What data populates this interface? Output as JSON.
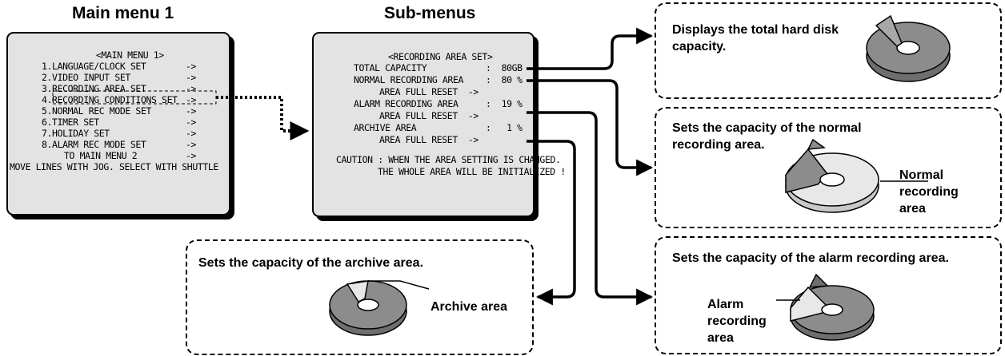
{
  "headings": {
    "main": "Main menu 1",
    "sub": "Sub-menus"
  },
  "main_menu": {
    "title": "<MAIN MENU 1>",
    "items": [
      {
        "label": "1.LANGUAGE/CLOCK SET",
        "arrow": "->"
      },
      {
        "label": "2.VIDEO INPUT SET",
        "arrow": "->"
      },
      {
        "label": "3.RECORDING AREA SET",
        "arrow": "->"
      },
      {
        "label": "4.RECORDING CONDITIONS SET",
        "arrow": "->"
      },
      {
        "label": "5.NORMAL REC MODE SET",
        "arrow": "->"
      },
      {
        "label": "6.TIMER SET",
        "arrow": "->"
      },
      {
        "label": "7.HOLIDAY SET",
        "arrow": "->"
      },
      {
        "label": "8.ALARM REC MODE SET",
        "arrow": "->"
      },
      {
        "label": "TO MAIN MENU 2",
        "arrow": "->"
      }
    ],
    "footer": "MOVE LINES WITH JOG. SELECT WITH SHUTTLE"
  },
  "sub_menu": {
    "title": "<RECORDING AREA SET>",
    "total": {
      "label": "TOTAL CAPACITY",
      "value": ":  80GB"
    },
    "normal": {
      "label": "NORMAL RECORDING AREA",
      "value": ":  80 %",
      "reset": "AREA FULL RESET  ->"
    },
    "alarm": {
      "label": "ALARM RECORDING AREA",
      "value": ":  19 %",
      "reset": "AREA FULL RESET  ->"
    },
    "archive": {
      "label": "ARCHIVE AREA",
      "value": ":   1 %",
      "reset": "AREA FULL RESET  ->"
    },
    "caution1": "CAUTION : WHEN THE AREA SETTING IS CHANGED.",
    "caution2": "THE WHOLE AREA WILL BE INITIALIZED !"
  },
  "notes": {
    "total": "Displays the total hard disk capacity.",
    "normal": "Sets the capacity of the normal recording area.",
    "normal_label": "Normal recording area",
    "archive": "Sets the capacity of the archive area.",
    "archive_label": "Archive area",
    "alarm": "Sets the capacity of the alarm recording area.",
    "alarm_label": "Alarm recording area"
  },
  "area_percent": {
    "normal": 80,
    "alarm": 19,
    "archive": 1
  },
  "colors": {
    "screen": "#e3e3e3",
    "dark_segment": "#8c8c8c",
    "light_segment": "#e8e8e8"
  }
}
